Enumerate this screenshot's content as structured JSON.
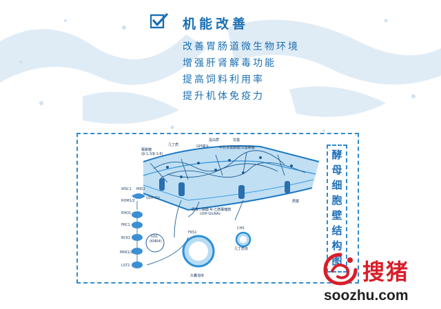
{
  "header": {
    "check_icon": "checkmark-icon",
    "title": "机能改善"
  },
  "benefits": [
    "改善胃肠道微生物环境",
    "增强肝肾解毒功能",
    "提高饲料利用率",
    "提升机体免疫力"
  ],
  "diagram": {
    "vertical_label": [
      "酵",
      "母",
      "细",
      "胞",
      "壁",
      "结",
      "构",
      "图"
    ],
    "labels": {
      "glucan": "葡聚糖",
      "glucan_link": "(β-1,3/β-1,6)",
      "chitin": "几丁质",
      "gpi": "GPI锚头",
      "protein": "蛋白质",
      "mannan": "甘露",
      "mannoprotein": "半乳甘露聚糖/甘露聚糖",
      "wsc": "WSC1",
      "mid": "MID2",
      "rom": "ROM1/2",
      "rho": "RHO1",
      "pkc": "PKC1",
      "bck": "BCK1",
      "mkk": "MKK1/2",
      "lst": "LST2",
      "udp_glc": "UDP-Glc",
      "gs": "GS1",
      "gs_sub": "(KNR4)",
      "fks": "FKS1",
      "udp_glcnac": "尿苷二磷酸-N-乙酰葡糖胺",
      "udp_glcnac_sub": "UDP-GlcNAc",
      "chs": "CHS",
      "membrane": "质膜",
      "vesicle": "大囊泡体",
      "chitin_vesicle": "几丁质体"
    }
  },
  "brand": {
    "logo_icon": "soozhu-logo-icon",
    "name": "搜猪",
    "url": "soozhu.com"
  },
  "colors": {
    "accent_blue": "#1a6fb3",
    "frame_blue": "#2e8bd0",
    "brand_red": "#d81e2a"
  }
}
